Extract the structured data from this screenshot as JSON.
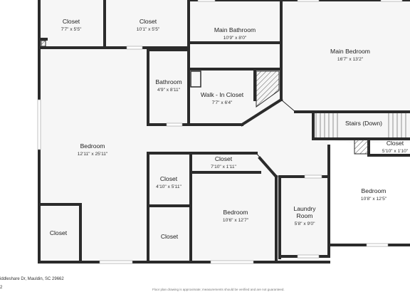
{
  "rooms": {
    "closet1": {
      "name": "Closet",
      "dims": "7'7\" x 5'5\""
    },
    "closet2": {
      "name": "Closet",
      "dims": "10'1\" x 5'5\""
    },
    "main_bathroom": {
      "name": "Main Bathroom",
      "dims": "10'9\" x 8'0\""
    },
    "main_bedroom": {
      "name": "Main Bedroom",
      "dims": "16'7\" x 13'2\""
    },
    "bathroom": {
      "name": "Bathroom",
      "dims": "4'9\" x 8'11\""
    },
    "walk_in_closet": {
      "name": "Walk - In Closet",
      "dims": "7'7\" x 6'4\""
    },
    "stairs": {
      "name": "Stairs (Down)"
    },
    "bedroom_large": {
      "name": "Bedroom",
      "dims": "12'11\" x 25'11\""
    },
    "closet_small_right": {
      "name": "Closet",
      "dims": "5'10\" x 1'10\""
    },
    "closet_hall": {
      "name": "Closet",
      "dims": "7'10\" x 1'11\""
    },
    "closet_mid": {
      "name": "Closet",
      "dims": "4'10\" x 5'11\""
    },
    "bedroom_right": {
      "name": "Bedroom",
      "dims": "10'8\" x 12'5\""
    },
    "bedroom_center": {
      "name": "Bedroom",
      "dims": "10'6\" x 12'7\""
    },
    "laundry": {
      "name": "Laundry Room",
      "dims": "5'8\" x 9'0\""
    },
    "closet_left": {
      "name": "Closet"
    },
    "closet_bottom": {
      "name": "Closet"
    }
  },
  "footer": {
    "address": "iddleshare Dr, Mauldin, SC 29662",
    "number": "2",
    "note": "Floor plan drawing is approximate; measurements should be verified and are not guaranteed."
  },
  "colors": {
    "wall": "#2b2b2b",
    "floor": "#f6f6f6",
    "hatch": "#555555"
  }
}
